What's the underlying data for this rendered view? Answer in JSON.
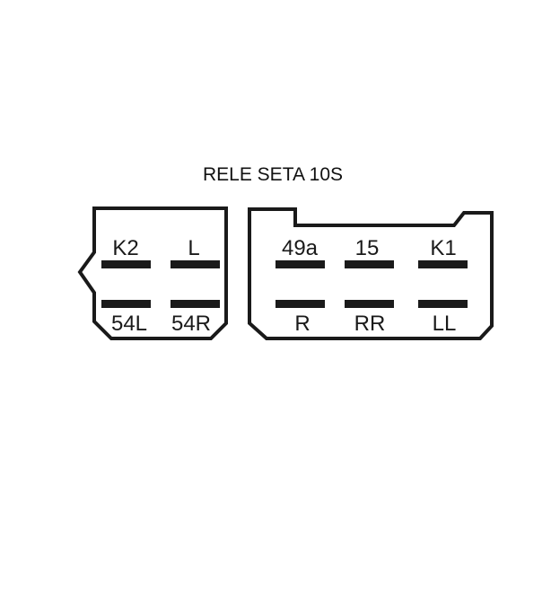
{
  "title": "RELE SETA 10S",
  "left_connector": {
    "top_labels": [
      "K2",
      "L"
    ],
    "bottom_labels": [
      "54L",
      "54R"
    ]
  },
  "right_connector": {
    "top_labels": [
      "49a",
      "15",
      "K1"
    ],
    "bottom_labels": [
      "R",
      "RR",
      "LL"
    ]
  },
  "colors": {
    "line": "#1a1a1a",
    "background": "#ffffff"
  }
}
